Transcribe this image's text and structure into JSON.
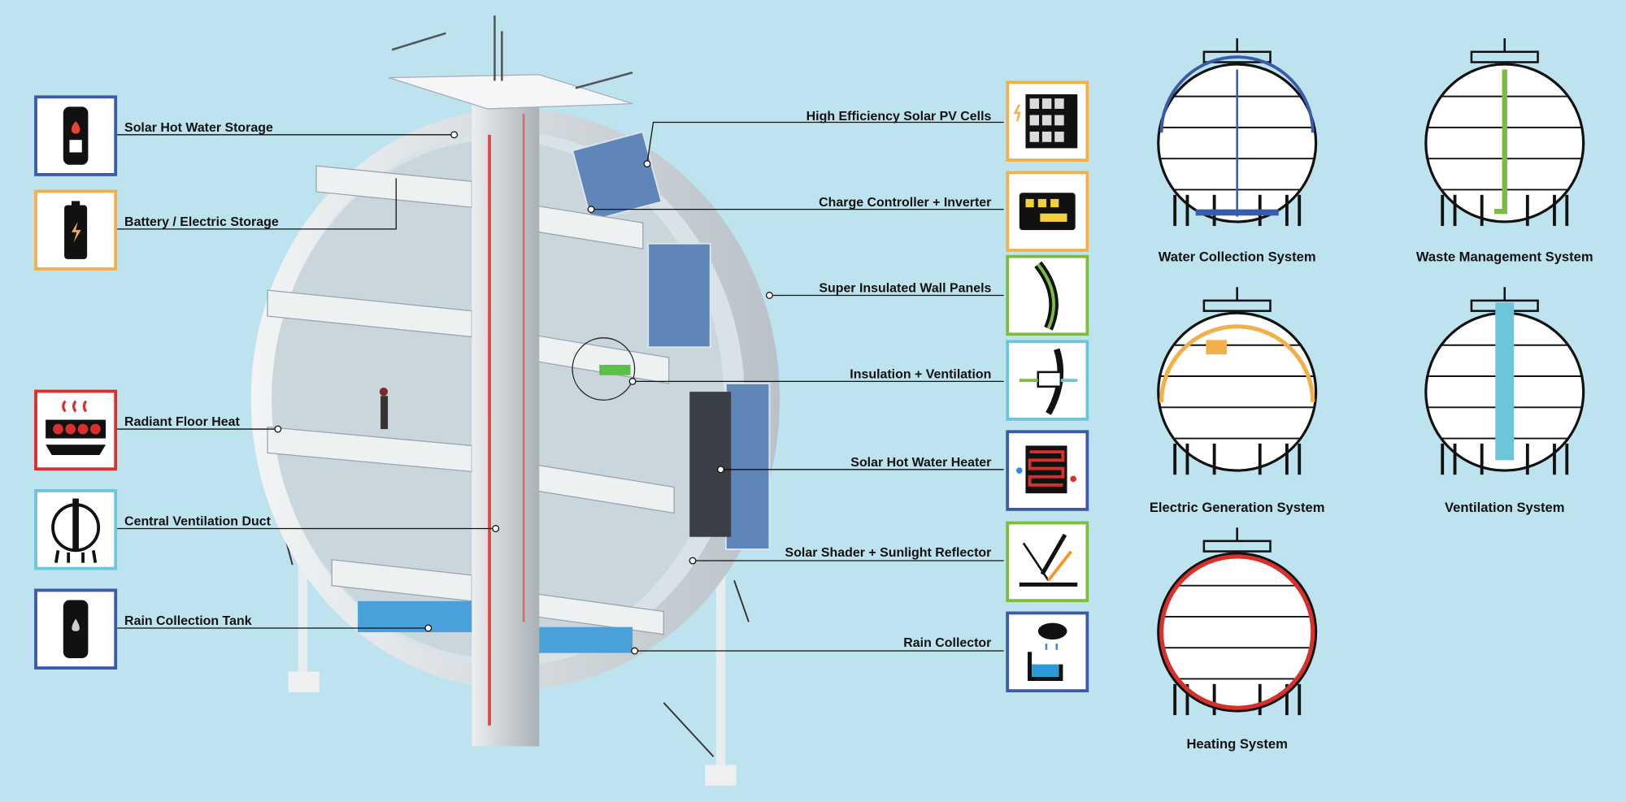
{
  "colors": {
    "background": "#bde3ee",
    "blue": "#3a5ba8",
    "orange": "#f2b04a",
    "red": "#d9302c",
    "cyan": "#6cc5d8",
    "green": "#7dbb42"
  },
  "left_labels": [
    {
      "label": "Solar Hot Water Storage",
      "icon": "hot-water-tank-icon"
    },
    {
      "label": "Battery / Electric Storage",
      "icon": "battery-icon"
    },
    {
      "label": "Radiant Floor Heat",
      "icon": "radiant-floor-icon"
    },
    {
      "label": "Central Ventilation Duct",
      "icon": "ventilation-duct-icon"
    },
    {
      "label": "Rain Collection Tank",
      "icon": "rain-tank-icon"
    }
  ],
  "right_labels": [
    {
      "label": "High Efficiency Solar PV Cells",
      "icon": "solar-panel-icon"
    },
    {
      "label": "Charge Controller + Inverter",
      "icon": "inverter-icon"
    },
    {
      "label": "Super Insulated Wall Panels",
      "icon": "wall-panel-icon"
    },
    {
      "label": "Insulation + Ventilation",
      "icon": "insulation-icon"
    },
    {
      "label": "Solar Hot Water Heater",
      "icon": "water-heater-icon"
    },
    {
      "label": "Solar Shader + Sunlight Reflector",
      "icon": "reflector-icon"
    },
    {
      "label": "Rain Collector",
      "icon": "rain-collector-icon"
    }
  ],
  "systems": [
    {
      "title": "Water Collection System",
      "color": "#3a5ba8"
    },
    {
      "title": "Waste Management System",
      "color": "#7dbb42"
    },
    {
      "title": "Electric Generation System",
      "color": "#f2b04a"
    },
    {
      "title": "Ventilation System",
      "color": "#6cc5d8"
    },
    {
      "title": "Heating System",
      "color": "#d9302c"
    }
  ]
}
